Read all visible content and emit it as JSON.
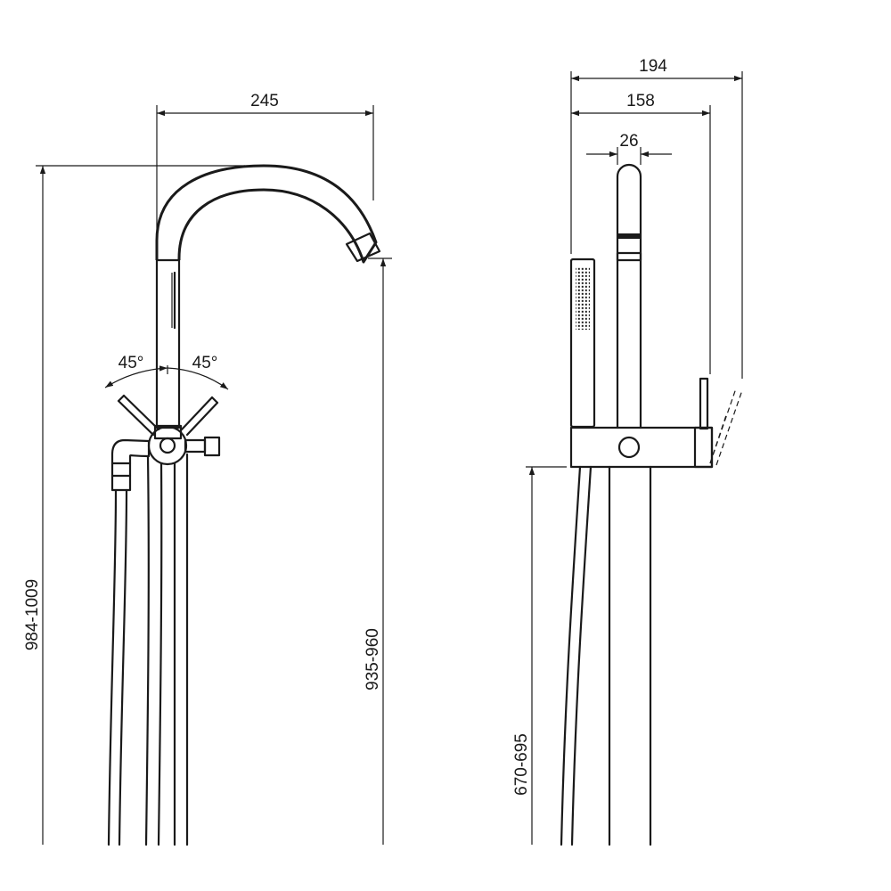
{
  "dimensions": {
    "front_width": "245",
    "front_total_height": "984-1009",
    "front_spout_height": "935-960",
    "front_left_angle": "45°",
    "front_right_angle": "45°",
    "side_total_depth": "194",
    "side_depth": "158",
    "side_spout_diameter": "26",
    "side_body_height": "670-695"
  }
}
